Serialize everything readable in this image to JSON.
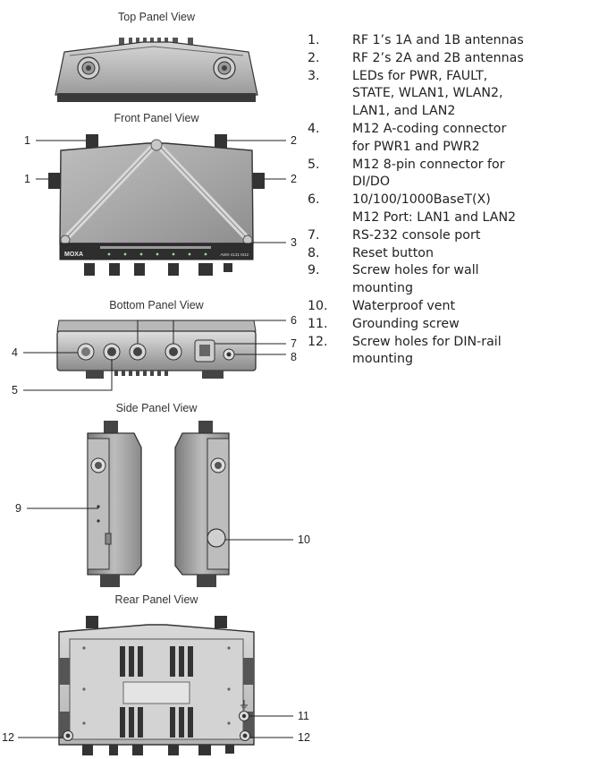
{
  "views": {
    "top": "Top Panel View",
    "front": "Front Panel View",
    "bottom": "Bottom Panel View",
    "side": "Side Panel View",
    "rear": "Rear Panel View"
  },
  "device": {
    "brand": "MOXA",
    "model": "AWK-4131 M12"
  },
  "callouts": {
    "c1": "1",
    "c2": "2",
    "c3": "3",
    "c4": "4",
    "c5": "5",
    "c6": "6",
    "c7": "7",
    "c8": "8",
    "c9": "9",
    "c10": "10",
    "c11": "11",
    "c12": "12"
  },
  "legend": [
    {
      "num": "1.",
      "lines": [
        "RF 1’s 1A and 1B antennas"
      ]
    },
    {
      "num": "2.",
      "lines": [
        "RF 2’s 2A and 2B antennas"
      ]
    },
    {
      "num": "3.",
      "lines": [
        "LEDs for PWR, FAULT,",
        "STATE, WLAN1, WLAN2,",
        "LAN1, and LAN2"
      ]
    },
    {
      "num": "4.",
      "lines": [
        "M12 A-coding connector",
        "for PWR1 and PWR2"
      ]
    },
    {
      "num": "5.",
      "lines": [
        "M12 8-pin connector for",
        "DI/DO"
      ]
    },
    {
      "num": "6.",
      "lines": [
        "10/100/1000BaseT(X)",
        "M12 Port: LAN1 and LAN2"
      ]
    },
    {
      "num": "7.",
      "lines": [
        "RS-232 console port"
      ]
    },
    {
      "num": "8.",
      "lines": [
        "Reset button"
      ]
    },
    {
      "num": "9.",
      "lines": [
        "Screw holes for wall",
        "mounting"
      ]
    },
    {
      "num": "10.",
      "lines": [
        "Waterproof vent"
      ]
    },
    {
      "num": "11.",
      "lines": [
        "Grounding screw"
      ]
    },
    {
      "num": "12.",
      "lines": [
        "Screw holes for DIN-rail",
        "mounting"
      ]
    }
  ]
}
